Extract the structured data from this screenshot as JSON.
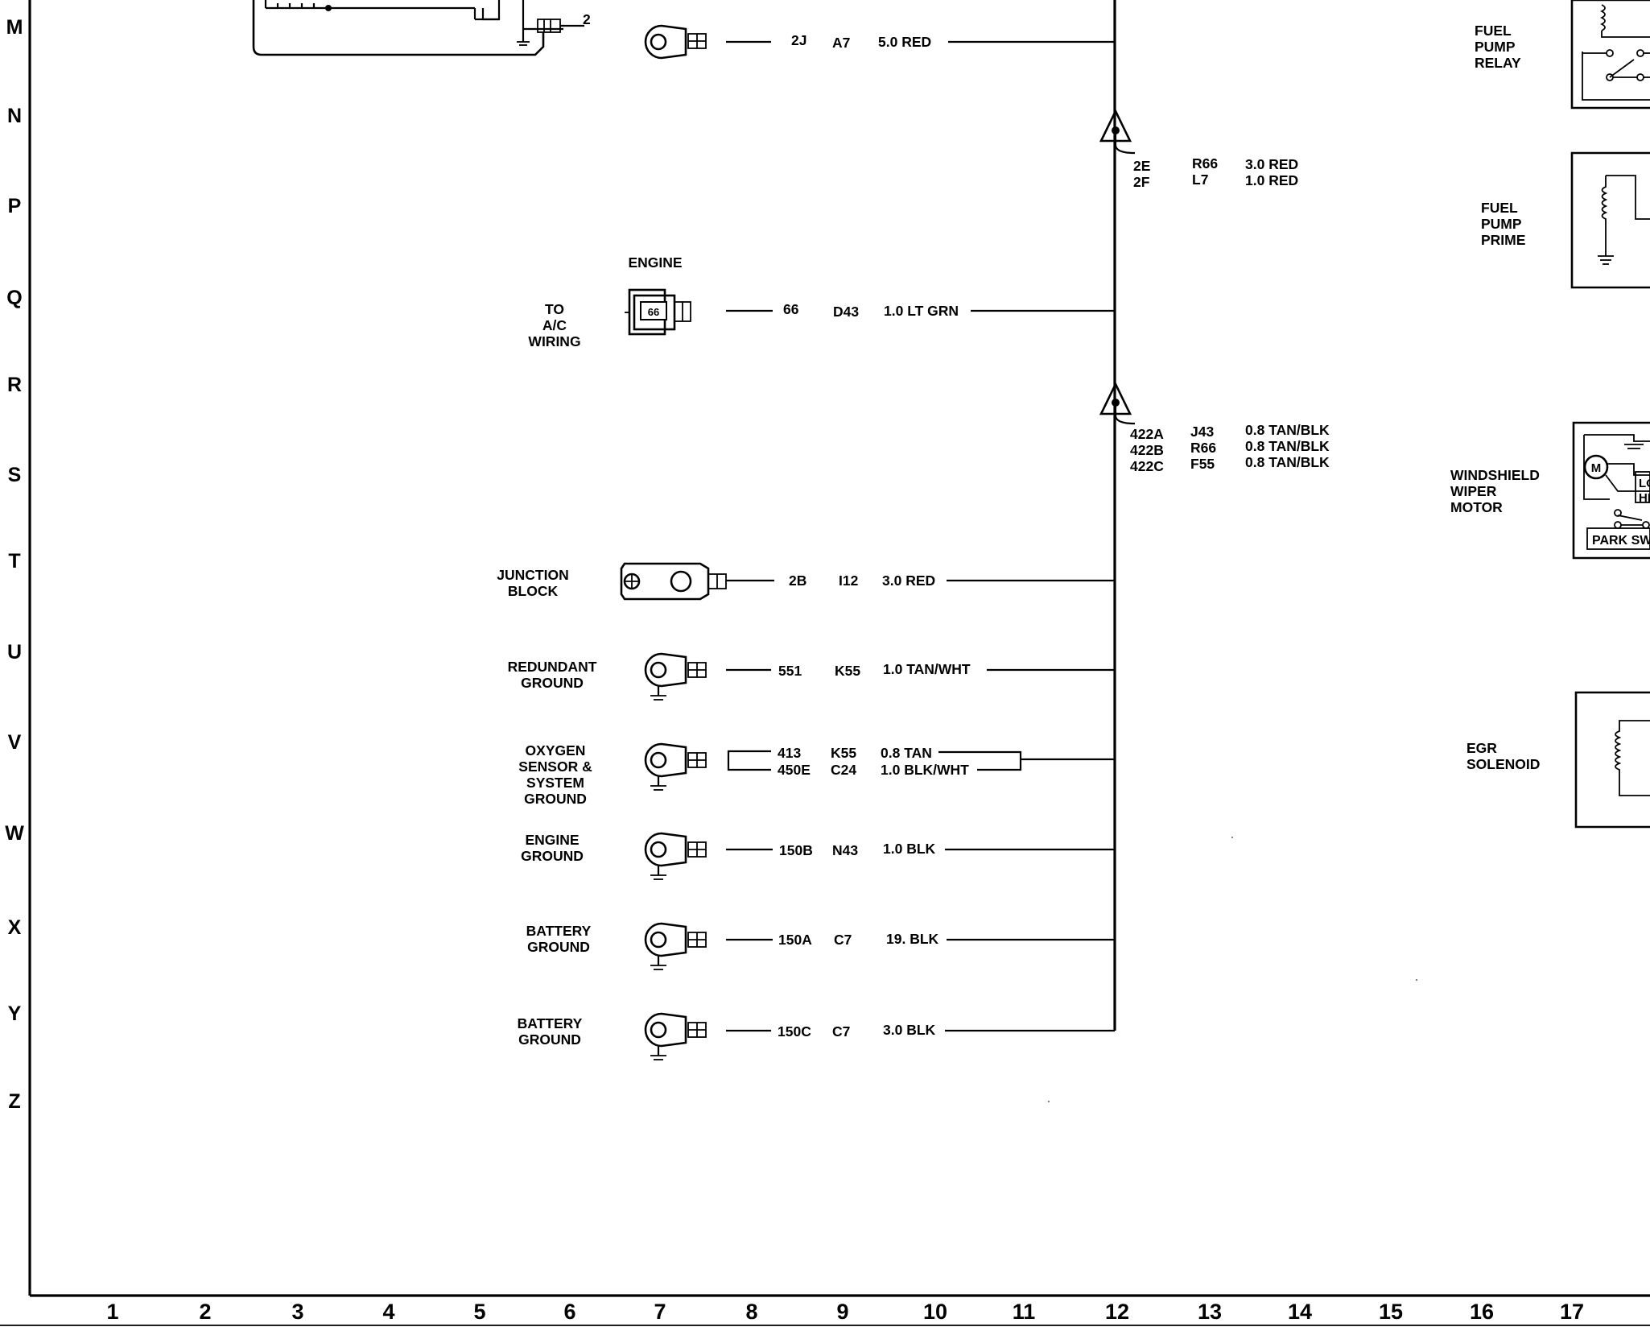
{
  "row_labels": [
    "M",
    "N",
    "P",
    "Q",
    "R",
    "S",
    "T",
    "U",
    "V",
    "W",
    "X",
    "Y",
    "Z"
  ],
  "column_labels": [
    "1",
    "2",
    "3",
    "4",
    "5",
    "6",
    "7",
    "8",
    "9",
    "10",
    "11",
    "12",
    "13",
    "14",
    "15",
    "16",
    "17"
  ],
  "partial_connector_pin": "2",
  "engine_header": "ENGINE",
  "connector_66_label": "66",
  "wires": [
    {
      "id": "2j",
      "circuit": "2J",
      "loc": "A7",
      "gauge_color": "5.0 RED"
    },
    {
      "id": "66",
      "circuit": "66",
      "loc": "D43",
      "gauge_color": "1.0 LT GRN"
    },
    {
      "id": "2b",
      "circuit": "2B",
      "loc": "I12",
      "gauge_color": "3.0 RED"
    },
    {
      "id": "551",
      "circuit": "551",
      "loc": "K55",
      "gauge_color": "1.0 TAN/WHT"
    },
    {
      "id": "413",
      "circuit": "413",
      "loc": "K55",
      "gauge_color": "0.8 TAN"
    },
    {
      "id": "450e",
      "circuit": "450E",
      "loc": "C24",
      "gauge_color": "1.0 BLK/WHT"
    },
    {
      "id": "150b",
      "circuit": "150B",
      "loc": "N43",
      "gauge_color": "1.0 BLK"
    },
    {
      "id": "150a",
      "circuit": "150A",
      "loc": "C7",
      "gauge_color": "19. BLK"
    },
    {
      "id": "150c",
      "circuit": "150C",
      "loc": "C7",
      "gauge_color": "3.0 BLK"
    }
  ],
  "splice_groups": [
    {
      "rows": [
        {
          "circuit": "2E",
          "loc": "R66",
          "gauge_color": "3.0 RED"
        },
        {
          "circuit": "2F",
          "loc": "L7",
          "gauge_color": "1.0 RED"
        }
      ]
    },
    {
      "rows": [
        {
          "circuit": "422A",
          "loc": "J43",
          "gauge_color": "0.8 TAN/BLK"
        },
        {
          "circuit": "422B",
          "loc": "R66",
          "gauge_color": "0.8 TAN/BLK"
        },
        {
          "circuit": "422C",
          "loc": "F55",
          "gauge_color": "0.8 TAN/BLK"
        }
      ]
    }
  ],
  "component_labels": {
    "ac_wiring": [
      "TO",
      "A/C",
      "WIRING"
    ],
    "junction_block": [
      "JUNCTION",
      "BLOCK"
    ],
    "redundant_ground": [
      "REDUNDANT",
      "GROUND"
    ],
    "oxygen_sensor_ground": [
      "OXYGEN",
      "SENSOR &",
      "SYSTEM",
      "GROUND"
    ],
    "engine_ground": [
      "ENGINE",
      "GROUND"
    ],
    "battery_ground_1": [
      "BATTERY",
      "GROUND"
    ],
    "battery_ground_2": [
      "BATTERY",
      "GROUND"
    ],
    "fuel_pump_relay": [
      "FUEL",
      "PUMP",
      "RELAY"
    ],
    "fuel_pump_prime": [
      "FUEL",
      "PUMP",
      "PRIME"
    ],
    "windshield_wiper_motor": [
      "WINDSHIELD",
      "WIPER",
      "MOTOR"
    ],
    "egr_solenoid": [
      "EGR",
      "SOLENOID"
    ]
  },
  "wiper_internal": {
    "motor": "M",
    "lo": "LO",
    "hi": "HI",
    "park_switch": "PARK SW"
  }
}
